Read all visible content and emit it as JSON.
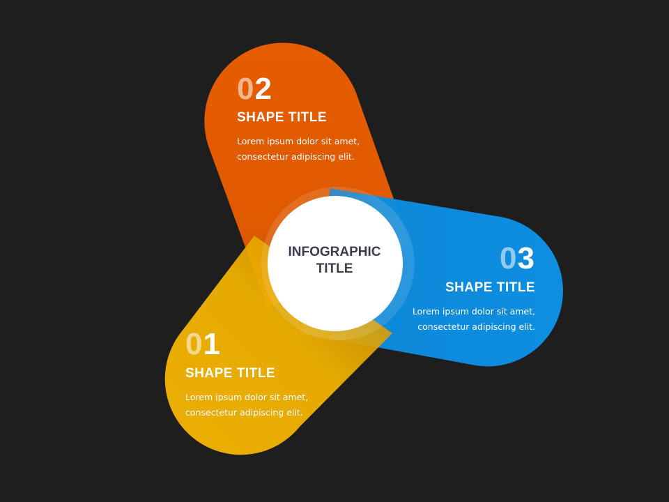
{
  "center": {
    "title_line1": "INFOGRAPHIC",
    "title_line2": "TITLE"
  },
  "items": [
    {
      "number_lead": "0",
      "number_tail": "1",
      "title": "SHAPE TITLE",
      "text_line1": "Lorem ipsum dolor sit amet,",
      "text_line2": "consectetur adipiscing elit.",
      "color": "#fcb900"
    },
    {
      "number_lead": "0",
      "number_tail": "2",
      "title": "SHAPE TITLE",
      "text_line1": "Lorem ipsum dolor sit amet,",
      "text_line2": "consectetur adipiscing elit.",
      "color": "#e65c00"
    },
    {
      "number_lead": "0",
      "number_tail": "3",
      "title": "SHAPE TITLE",
      "text_line1": "Lorem ipsum dolor sit amet,",
      "text_line2": "consectetur adipiscing elit.",
      "color": "#0d93ea"
    }
  ],
  "colors": {
    "background": "#1e1e1e",
    "center_circle": "#ffffff",
    "center_text": "#3d3b52"
  }
}
